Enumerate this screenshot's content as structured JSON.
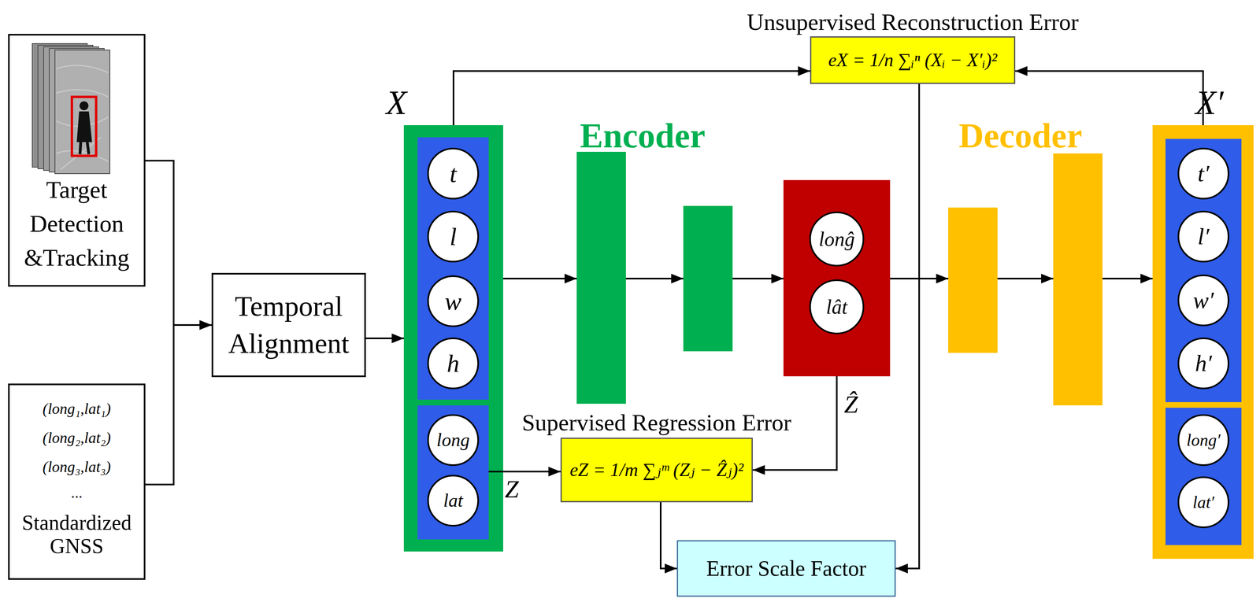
{
  "diagram": {
    "nodes": [
      {
        "text": [
          "Target Detection &Tracking"
        ]
      },
      {
        "text": [
          "(long₁,lat₁)",
          "(long₂,lat₂)",
          "(long₃,lat₃)",
          "...",
          "Standardized GNSS"
        ]
      },
      {
        "text": [
          "Temporal Alignment"
        ]
      },
      {
        "text": [
          "X"
        ]
      },
      {
        "text": [],
        "in": 3
      },
      {
        "text": [
          "t"
        ],
        "in": 4
      },
      {
        "text": [
          "l"
        ],
        "in": 4
      },
      {
        "text": [
          "w"
        ],
        "in": 4
      },
      {
        "text": [
          "h"
        ],
        "in": 4
      },
      {
        "text": [],
        "in": 3
      },
      {
        "text": [
          "long"
        ],
        "in": 9
      },
      {
        "text": [
          "lat"
        ],
        "in": 9
      },
      {
        "text": [
          "Unsupervised Reconstruction Error",
          "eX = 1/n ∑ᵢⁿ (Xᵢ − X′ᵢ)²"
        ]
      },
      {
        "text": []
      },
      {
        "text": [
          "lonĝ"
        ],
        "in": 13
      },
      {
        "text": [
          "lât"
        ],
        "in": 13
      },
      {
        "text": [
          "Supervised Regression Error",
          "eZ = 1/m ∑ⱼᵐ (Zⱼ − Ẑⱼ)²"
        ]
      },
      {
        "text": [
          "Error Scale Factor"
        ]
      },
      {
        "text": [
          "X′"
        ]
      },
      {
        "text": [],
        "in": 18
      },
      {
        "text": [
          "t′"
        ],
        "in": 19
      },
      {
        "text": [
          "l′"
        ],
        "in": 19
      },
      {
        "text": [
          "w′"
        ],
        "in": 19
      },
      {
        "text": [
          "h′"
        ],
        "in": 19
      },
      {
        "text": [],
        "in": 18
      },
      {
        "text": [
          "long′"
        ],
        "in": 24
      },
      {
        "text": [
          "lat′"
        ],
        "in": 24
      }
    ],
    "edges": [
      {
        "from": 0,
        "to": 2,
        "arrow": "to"
      },
      {
        "from": 1,
        "to": 2,
        "arrow": "to"
      },
      {
        "from": 2,
        "to": 3,
        "arrow": "to"
      },
      {
        "from": 3,
        "to": 13,
        "arrow": "to"
      },
      {
        "from": 13,
        "to": 18,
        "arrow": "to"
      },
      {
        "from": 3,
        "to": 12,
        "arrow": "to"
      },
      {
        "from": 18,
        "to": 12,
        "arrow": "to"
      },
      {
        "from": 9,
        "to": 16,
        "label": "Z",
        "arrow": "to"
      },
      {
        "from": 13,
        "to": 16,
        "label": "Ẑ",
        "arrow": "to"
      },
      {
        "from": 16,
        "to": 17,
        "arrow": "to"
      },
      {
        "from": 12,
        "to": 17,
        "arrow": "to"
      }
    ],
    "labels": [
      "Encoder",
      "Decoder"
    ]
  }
}
